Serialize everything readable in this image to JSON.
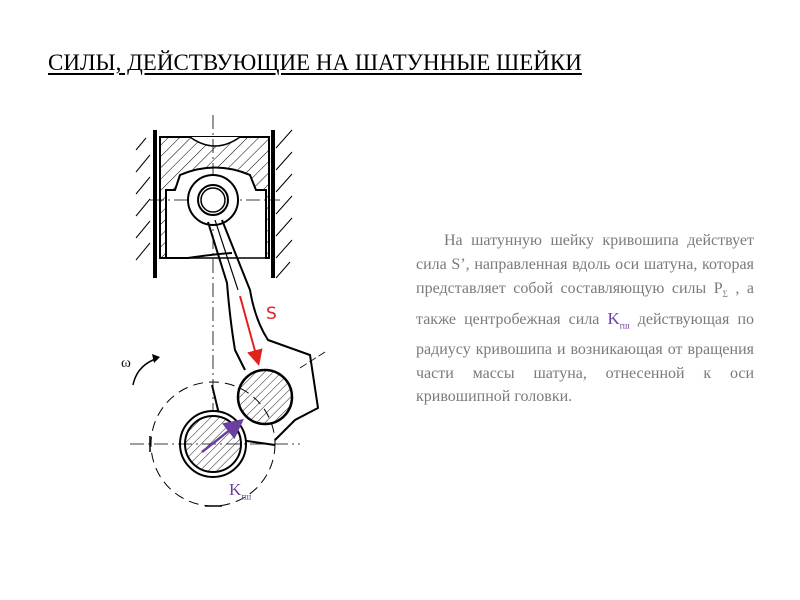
{
  "slide": {
    "title": "СИЛЫ, ДЕЙСТВУЮЩИЕ НА ШАТУННЫЕ ШЕЙКИ",
    "paragraph": {
      "part1": "На шатунную шейку кривошипа действует сила S’, направленная вдоль оси шатуна, которая представляет собой составляющую силы ",
      "p_symbol": "P",
      "p_subscript": "Σ",
      "part2": " , а также центробежная сила ",
      "k_symbol": "K",
      "k_subscript": "rш",
      "part3": " действующая по радиусу кривошипа и возникающая от вращения части массы шатуна, отнесенной к оси кривошипной головки."
    }
  },
  "diagram": {
    "labels": {
      "s_force": "S",
      "omega": "ω",
      "k_symbol": "K",
      "k_subscript": "rш"
    },
    "colors": {
      "s_arrow": "#e0221e",
      "k_arrow": "#6b3fa0",
      "lines": "#000000"
    }
  }
}
